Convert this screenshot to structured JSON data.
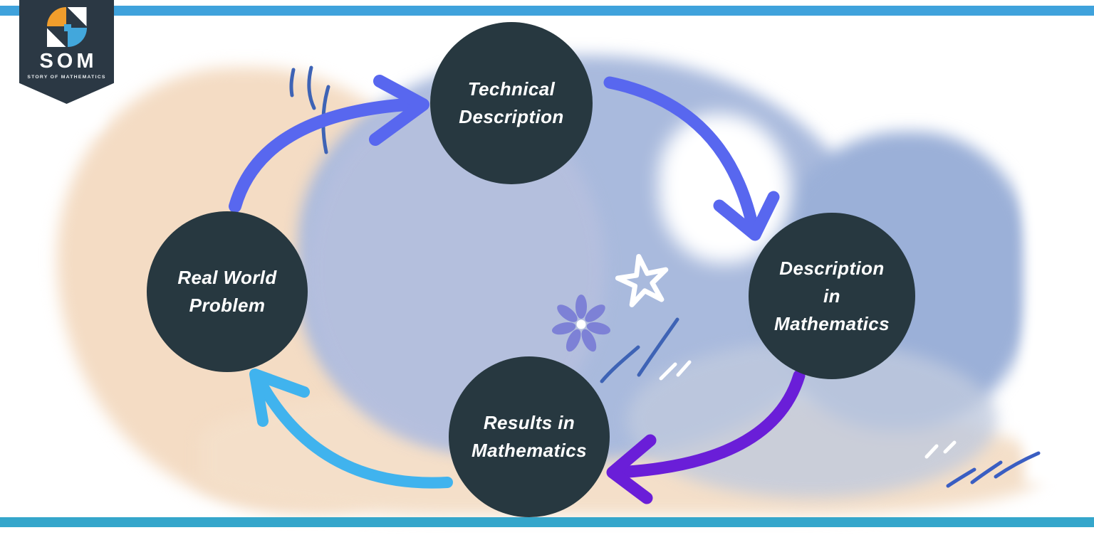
{
  "brand": {
    "name": "SOM",
    "tagline": "STORY OF MATHEMATICS"
  },
  "colors": {
    "top_bar": "#3fa2dc",
    "bottom_bar": "#35a6cb",
    "node_fill": "#273840",
    "node_text": "#ffffff",
    "badge_fill": "#2b3844",
    "logo_orange": "#f09d2c",
    "logo_blue": "#42a7dc"
  },
  "diagram": {
    "type": "cycle",
    "nodes": [
      {
        "id": "technical-description",
        "label": "Technical\nDescription"
      },
      {
        "id": "description-in-mathematics",
        "label": "Description\nin\nMathematics"
      },
      {
        "id": "results-in-mathematics",
        "label": "Results in\nMathematics"
      },
      {
        "id": "real-world-problem",
        "label": "Real World\nProblem"
      }
    ],
    "arrows": [
      {
        "from": "real-world-problem",
        "to": "technical-description",
        "color": "#5867ef"
      },
      {
        "from": "technical-description",
        "to": "description-in-mathematics",
        "color": "#5867ef"
      },
      {
        "from": "description-in-mathematics",
        "to": "results-in-mathematics",
        "color": "#6a1ed8"
      },
      {
        "from": "results-in-mathematics",
        "to": "real-world-problem",
        "color": "#40b3ee"
      }
    ]
  },
  "decorations": {
    "scribble_blue": "#3e63b5",
    "scribble_royal": "#3a5ec2",
    "scribble_white": "#ffffff",
    "star_color": "#ffffff",
    "flower_color": "#7d81d6"
  }
}
